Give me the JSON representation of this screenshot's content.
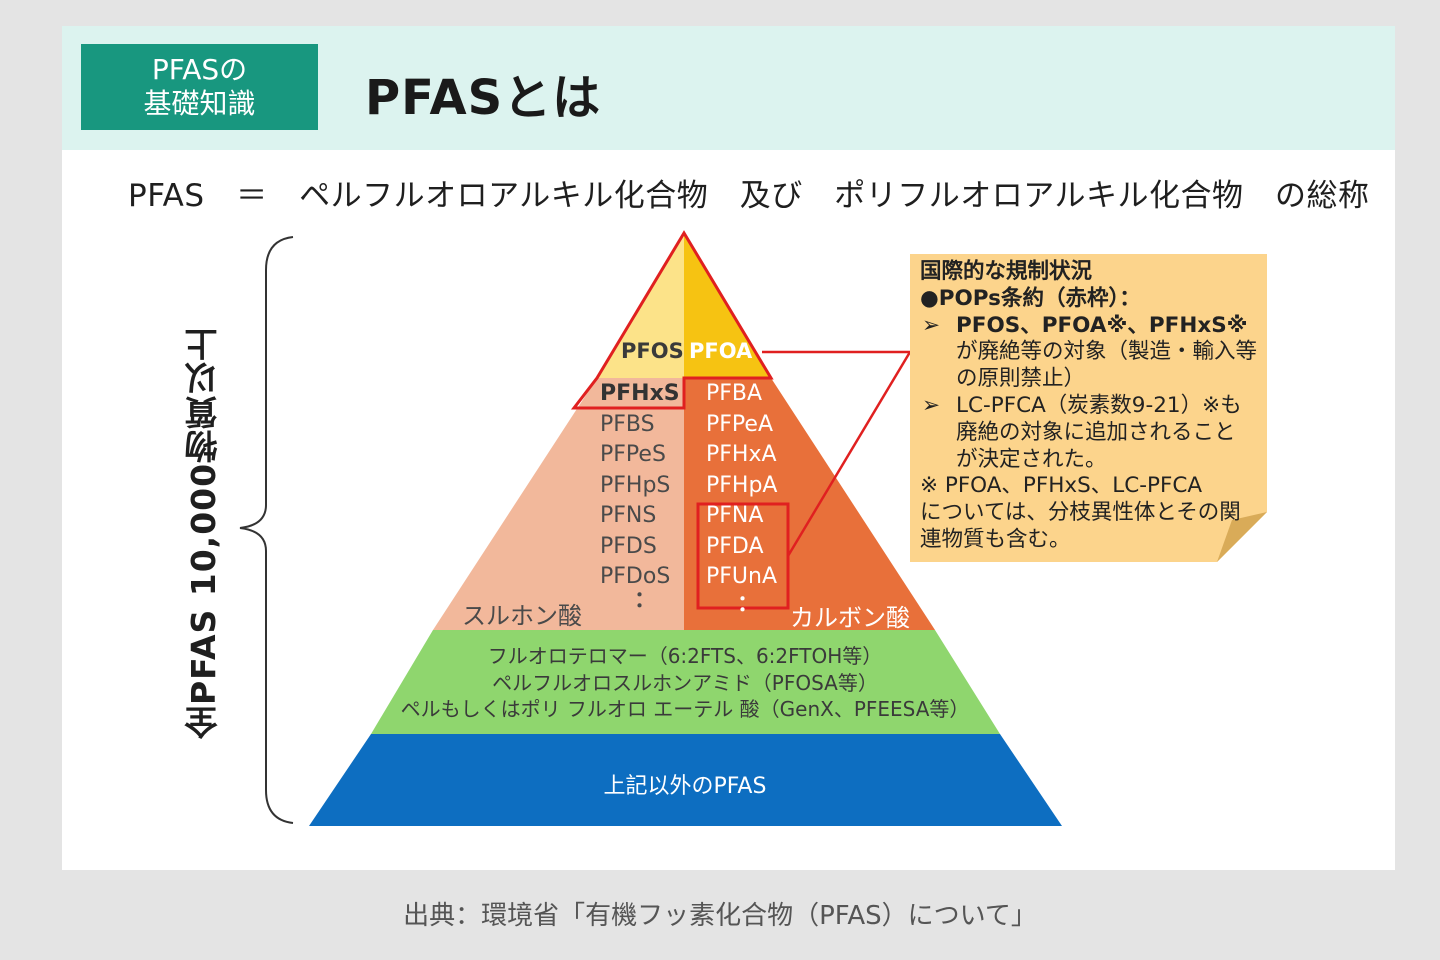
{
  "header": {
    "badge_line1": "PFASの",
    "badge_line2": "基礎知識",
    "title": "PFASとは"
  },
  "definition": "PFAS　＝　ペルフルオロアルキル化合物　及び　ポリフルオロアルキル化合物　の総称",
  "vertical_label": "全PFAS 10,000物質以上",
  "pyramid": {
    "top": {
      "left": "PFOS",
      "right": "PFOA"
    },
    "sulfonic": {
      "items": [
        "PFHxS",
        "PFBS",
        "PFPeS",
        "PFHpS",
        "PFNS",
        "PFDS",
        "PFDoS"
      ],
      "caption": "スルホン酸"
    },
    "carboxylic": {
      "items": [
        "PFBA",
        "PFPeA",
        "PFHxA",
        "PFHpA",
        "PFNA",
        "PFDA",
        "PFUnA"
      ],
      "caption": "カルボン酸"
    },
    "continuation": "：",
    "green_lines": [
      "フルオロテロマー（6:2FTS、6:2FTOH等）",
      "ペルフルオロスルホンアミド（PFOSA等）",
      "ペルもしくはポリ フルオロ エーテル 酸（GenX、PFEESA等）"
    ],
    "base": "上記以外のPFAS"
  },
  "note": {
    "heading": "国際的な規制状況",
    "pops": "●POPs条約（赤枠）：",
    "bullet_glyph": "➢",
    "bullet1": {
      "line1": "PFOS、PFOA※、PFHxS※",
      "line2": "が廃絶等の対象（製造・輸入等",
      "line3": "の原則禁止）"
    },
    "bullet2": {
      "line1": "LC-PFCA（炭素数9-21）※も",
      "line2": "廃絶の対象に追加されること",
      "line3": "が決定された。"
    },
    "footnote": {
      "line1": "※ PFOA、PFHxS、LC-PFCA",
      "line2": "については、分枝異性体とその関",
      "line3": "連物質も含む。"
    }
  },
  "source": "出典：環境省「有機フッ素化合物（PFAS）について」",
  "colors": {
    "badge": "#18977f",
    "header_band": "#dcf3ef",
    "top_left": "#fce389",
    "top_right": "#f6c312",
    "sulfonic": "#f2b89b",
    "carboxylic": "#e8703a",
    "green": "#8fd66e",
    "blue": "#0d6ec1",
    "highlight": "#e02020",
    "note": "#fcd48c"
  }
}
